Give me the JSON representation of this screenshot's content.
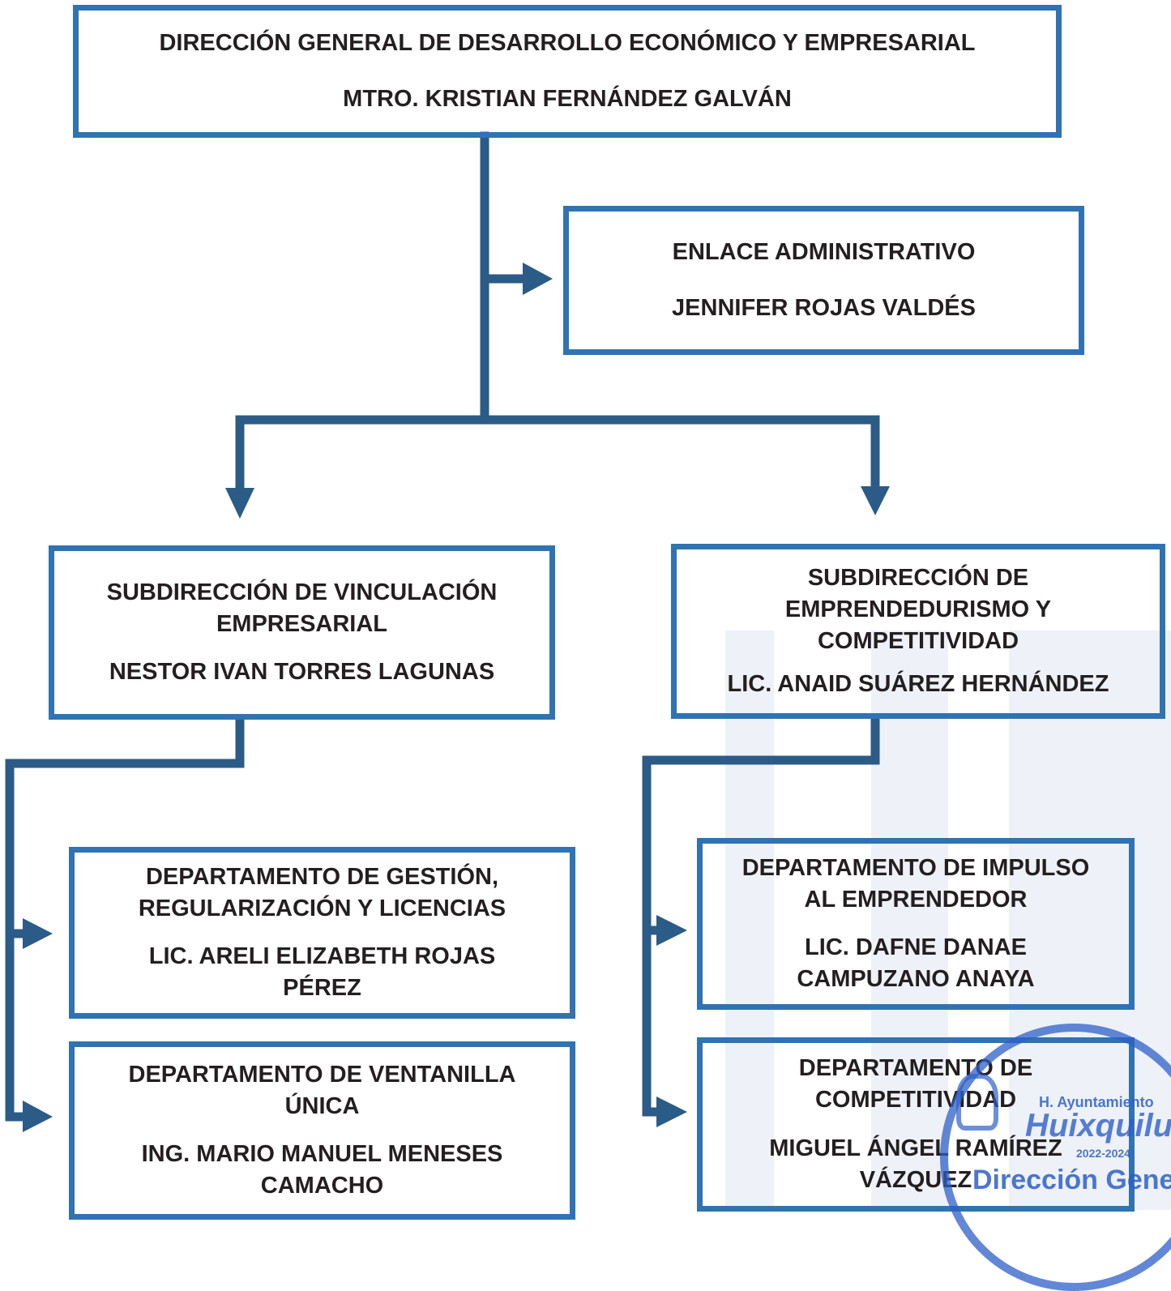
{
  "colors": {
    "border": "#2f73b3",
    "connector": "#2b5b87",
    "text": "#231f20",
    "stamp": "#2d5fc8"
  },
  "director": {
    "title": "DIRECCIÓN GENERAL DE DESARROLLO ECONÓMICO Y EMPRESARIAL",
    "name": "MTRO. KRISTIAN FERNÁNDEZ GALVÁN"
  },
  "enlace": {
    "title": "ENLACE ADMINISTRATIVO",
    "name": "JENNIFER ROJAS VALDÉS"
  },
  "subdireccion_vinculacion": {
    "title": "SUBDIRECCIÓN DE VINCULACIÓN EMPRESARIAL",
    "name": "NESTOR IVAN TORRES LAGUNAS"
  },
  "subdireccion_emprendedurismo": {
    "title": "SUBDIRECCIÓN DE EMPRENDEDURISMO Y COMPETITIVIDAD",
    "name": "LIC. ANAID SUÁREZ HERNÁNDEZ"
  },
  "depto_gestion": {
    "title": "DEPARTAMENTO DE GESTIÓN, REGULARIZACIÓN Y LICENCIAS",
    "name": "LIC. ARELI ELIZABETH ROJAS PÉREZ"
  },
  "depto_ventanilla": {
    "title": "DEPARTAMENTO DE VENTANILLA ÚNICA",
    "name": "ING. MARIO MANUEL MENESES CAMACHO"
  },
  "depto_impulso": {
    "title": "DEPARTAMENTO DE IMPULSO AL EMPRENDEDOR",
    "name": "LIC. DAFNE DANAE CAMPUZANO ANAYA"
  },
  "depto_competitividad": {
    "title": "DEPARTAMENTO DE COMPETITIVIDAD",
    "name": "MIGUEL ÁNGEL RAMÍREZ VÁZQUEZ"
  },
  "stamp": {
    "line1": "H. Ayuntamiento",
    "line2": "Huixquilucan",
    "line3": "2022-2024",
    "line4": "Dirección General"
  }
}
